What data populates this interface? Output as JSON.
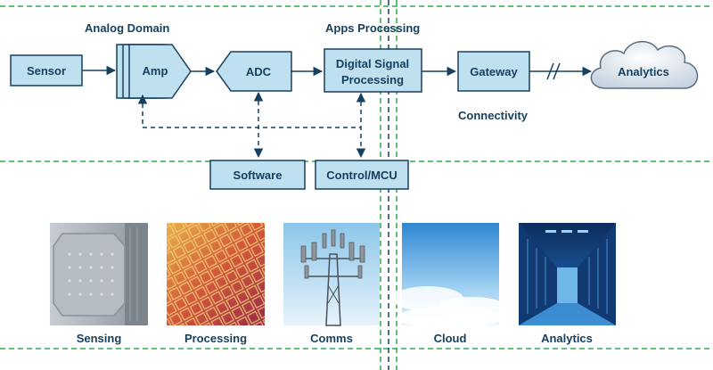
{
  "headings": {
    "analog_domain": "Analog Domain",
    "apps_processing": "Apps Processing",
    "connectivity": "Connectivity"
  },
  "blocks": {
    "sensor": "Sensor",
    "amp": "Amp",
    "adc": "ADC",
    "dsp_line1": "Digital Signal",
    "dsp_line2": "Processing",
    "gateway": "Gateway",
    "analytics_cloud": "Analytics",
    "software": "Software",
    "control_mcu": "Control/MCU"
  },
  "photos": [
    {
      "label": "Sensing"
    },
    {
      "label": "Processing"
    },
    {
      "label": "Comms"
    },
    {
      "label": "Cloud"
    },
    {
      "label": "Analytics"
    }
  ],
  "colors": {
    "block_fill": "#bfe0ef",
    "block_stroke": "#16405f",
    "text": "#16405f",
    "divider_green": "#2eaa4a",
    "divider_navy": "#1b3d66"
  }
}
